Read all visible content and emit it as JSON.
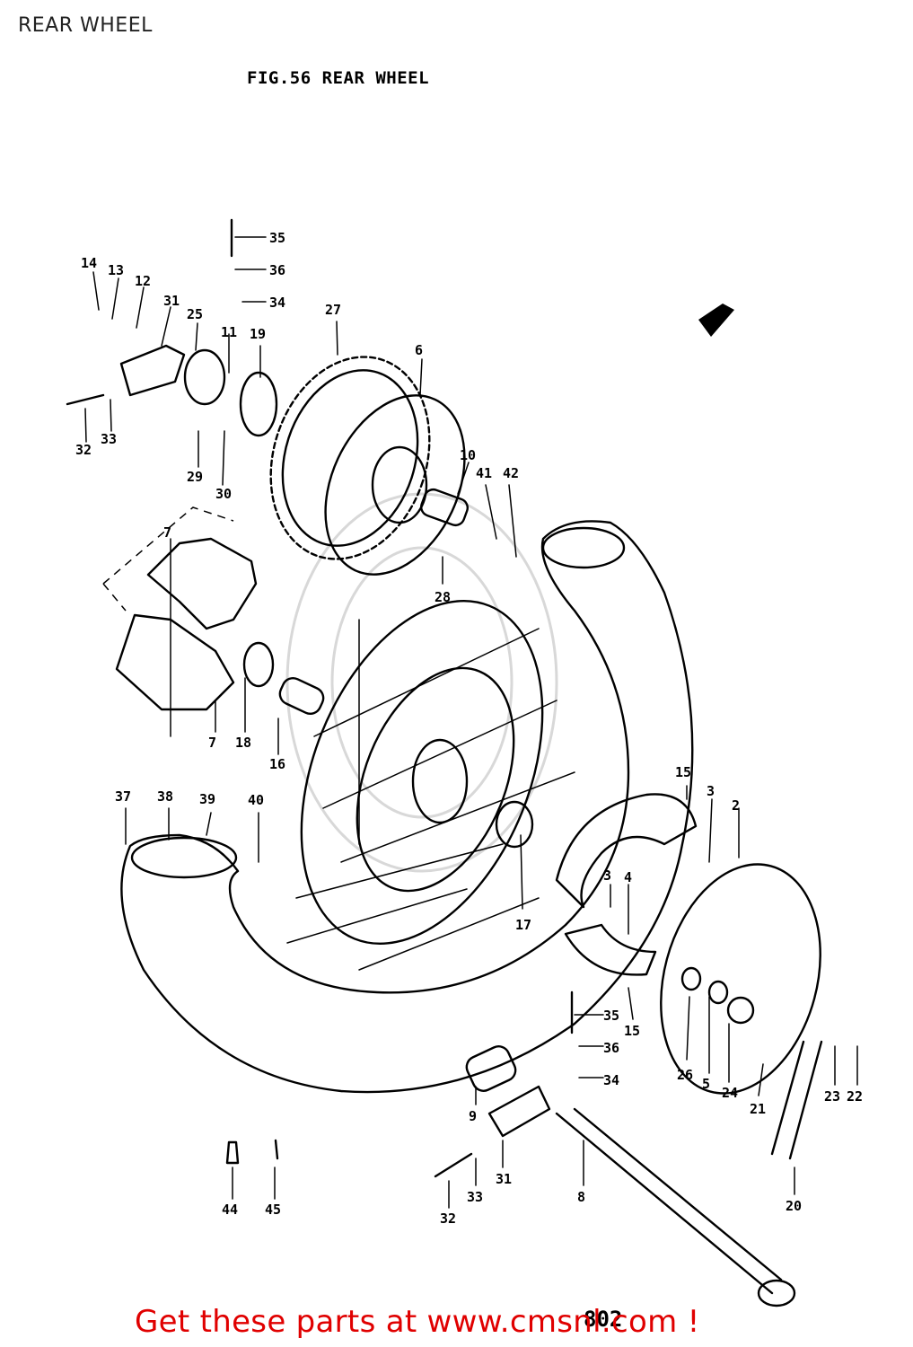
{
  "page": {
    "label": "REAR WHEEL"
  },
  "figure": {
    "number": "FIG.56",
    "title": "REAR WHEEL"
  },
  "callouts": [
    "35",
    "36",
    "34",
    "27",
    "14",
    "13",
    "12",
    "31",
    "25",
    "11",
    "19",
    "6",
    "10",
    "41",
    "42",
    "32",
    "33",
    "29",
    "30",
    "7",
    "28",
    "18",
    "16",
    "7",
    "15",
    "3",
    "2",
    "37",
    "38",
    "39",
    "40",
    "3",
    "4",
    "17",
    "35",
    "15",
    "36",
    "26",
    "5",
    "24",
    "21",
    "23",
    "22",
    "34",
    "9",
    "31",
    "33",
    "32",
    "8",
    "20",
    "44",
    "45"
  ],
  "footer": {
    "text": "Get these parts at www.cmsnl.com !",
    "page_code": "802"
  },
  "colors": {
    "footer_text": "#e00000",
    "line_art": "#000000"
  }
}
